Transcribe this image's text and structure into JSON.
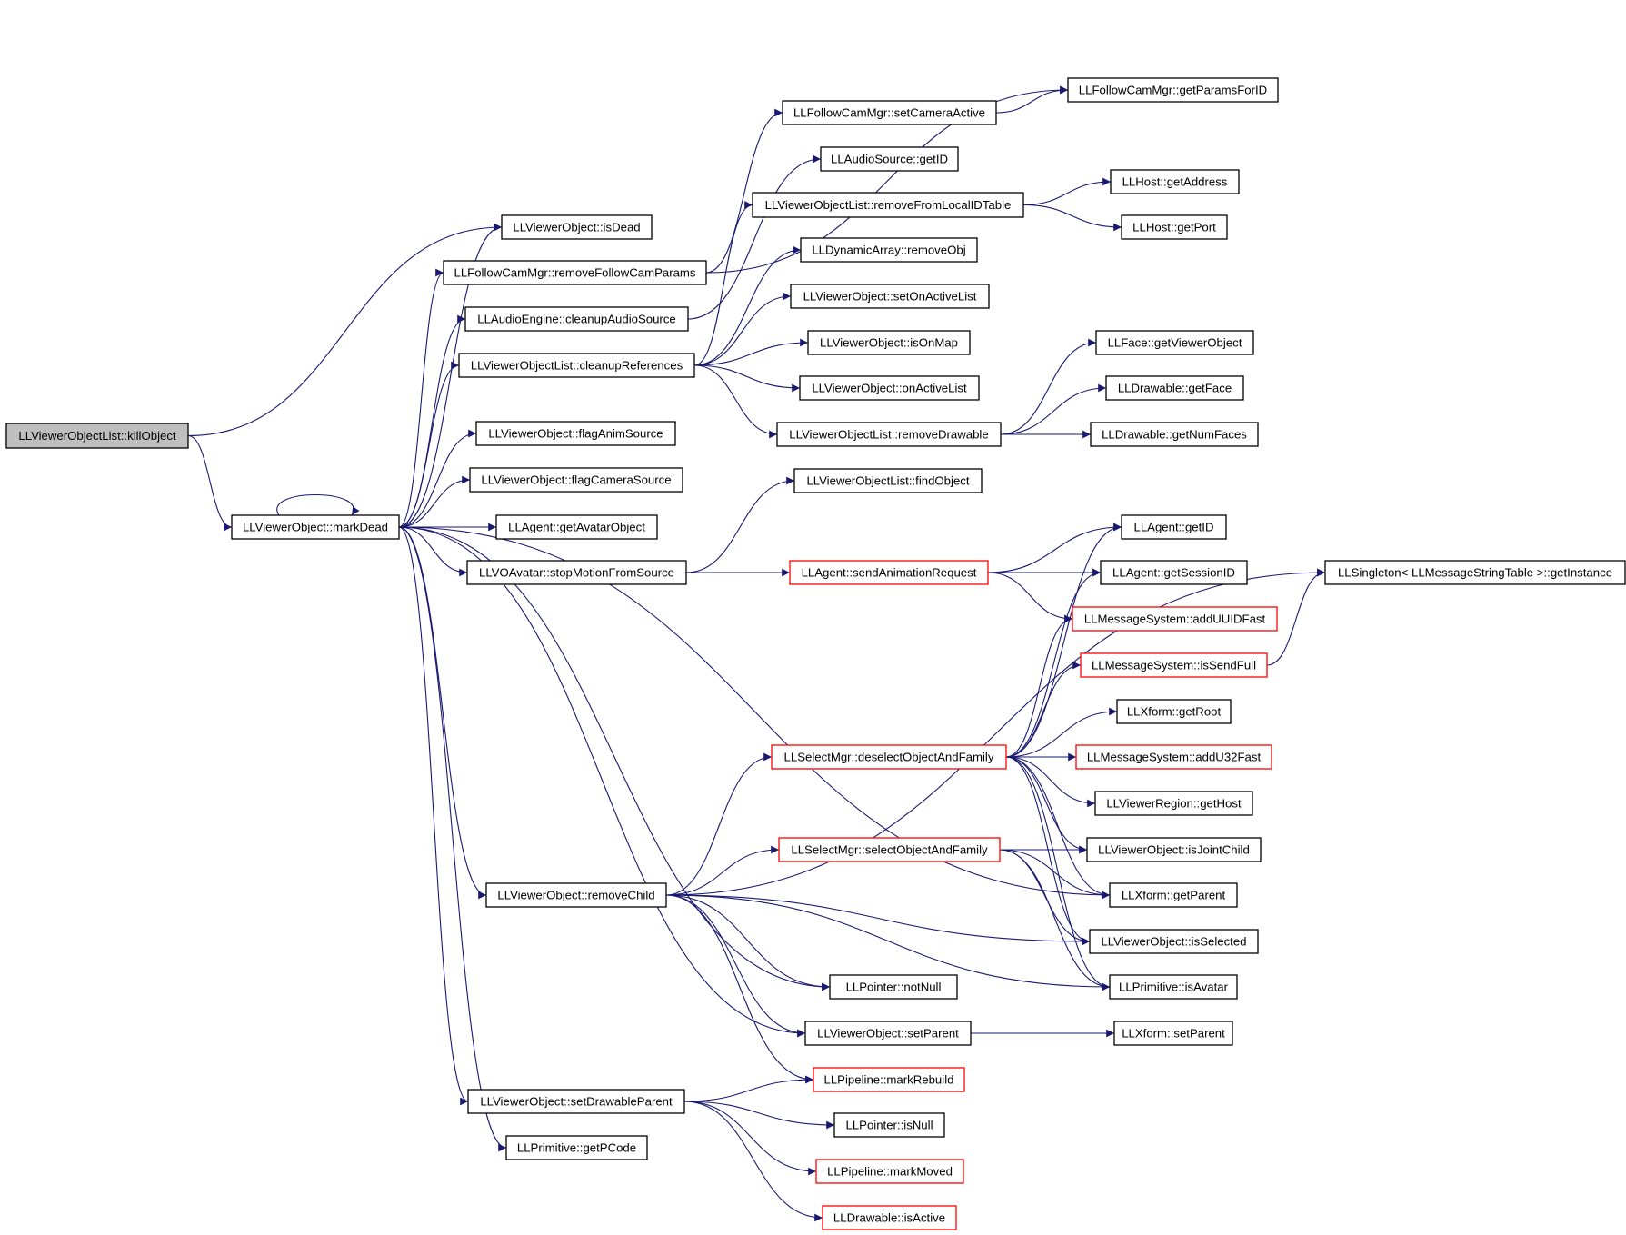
{
  "nodes": [
    {
      "id": "killObject",
      "label": "LLViewerObjectList::killObject",
      "style": "root"
    },
    {
      "id": "markDead",
      "label": "LLViewerObject::markDead",
      "style": "normal"
    },
    {
      "id": "isDead",
      "label": "LLViewerObject::isDead",
      "style": "normal"
    },
    {
      "id": "removeFollowCamParams",
      "label": "LLFollowCamMgr::removeFollowCamParams",
      "style": "normal"
    },
    {
      "id": "cleanupAudioSource",
      "label": "LLAudioEngine::cleanupAudioSource",
      "style": "normal"
    },
    {
      "id": "cleanupReferences",
      "label": "LLViewerObjectList::cleanupReferences",
      "style": "normal"
    },
    {
      "id": "flagAnimSource",
      "label": "LLViewerObject::flagAnimSource",
      "style": "normal"
    },
    {
      "id": "flagCameraSource",
      "label": "LLViewerObject::flagCameraSource",
      "style": "normal"
    },
    {
      "id": "getAvatarObject",
      "label": "LLAgent::getAvatarObject",
      "style": "normal"
    },
    {
      "id": "stopMotionFromSource",
      "label": "LLVOAvatar::stopMotionFromSource",
      "style": "normal"
    },
    {
      "id": "removeChild",
      "label": "LLViewerObject::removeChild",
      "style": "normal"
    },
    {
      "id": "setDrawableParent",
      "label": "LLViewerObject::setDrawableParent",
      "style": "normal"
    },
    {
      "id": "getPCode",
      "label": "LLPrimitive::getPCode",
      "style": "normal"
    },
    {
      "id": "setCameraActive",
      "label": "LLFollowCamMgr::setCameraActive",
      "style": "normal"
    },
    {
      "id": "getParamsForID",
      "label": "LLFollowCamMgr::getParamsForID",
      "style": "normal"
    },
    {
      "id": "audioGetID",
      "label": "LLAudioSource::getID",
      "style": "normal"
    },
    {
      "id": "removeFromLocalIDTable",
      "label": "LLViewerObjectList::removeFromLocalIDTable",
      "style": "normal"
    },
    {
      "id": "getAddress",
      "label": "LLHost::getAddress",
      "style": "normal"
    },
    {
      "id": "getPort",
      "label": "LLHost::getPort",
      "style": "normal"
    },
    {
      "id": "removeObj",
      "label": "LLDynamicArray::removeObj",
      "style": "normal"
    },
    {
      "id": "setOnActiveList",
      "label": "LLViewerObject::setOnActiveList",
      "style": "normal"
    },
    {
      "id": "isOnMap",
      "label": "LLViewerObject::isOnMap",
      "style": "normal"
    },
    {
      "id": "onActiveList",
      "label": "LLViewerObject::onActiveList",
      "style": "normal"
    },
    {
      "id": "removeDrawable",
      "label": "LLViewerObjectList::removeDrawable",
      "style": "normal"
    },
    {
      "id": "getViewerObject",
      "label": "LLFace::getViewerObject",
      "style": "normal"
    },
    {
      "id": "getFace",
      "label": "LLDrawable::getFace",
      "style": "normal"
    },
    {
      "id": "getNumFaces",
      "label": "LLDrawable::getNumFaces",
      "style": "normal"
    },
    {
      "id": "findObject",
      "label": "LLViewerObjectList::findObject",
      "style": "normal"
    },
    {
      "id": "sendAnimationRequest",
      "label": "LLAgent::sendAnimationRequest",
      "style": "red"
    },
    {
      "id": "agentGetID",
      "label": "LLAgent::getID",
      "style": "normal"
    },
    {
      "id": "getSessionID",
      "label": "LLAgent::getSessionID",
      "style": "normal"
    },
    {
      "id": "getInstance",
      "label": "LLSingleton< LLMessageStringTable >::getInstance",
      "style": "normal"
    },
    {
      "id": "addUUIDFast",
      "label": "LLMessageSystem::addUUIDFast",
      "style": "red"
    },
    {
      "id": "isSendFull",
      "label": "LLMessageSystem::isSendFull",
      "style": "red"
    },
    {
      "id": "getRoot",
      "label": "LLXform::getRoot",
      "style": "normal"
    },
    {
      "id": "deselectObjectAndFamily",
      "label": "LLSelectMgr::deselectObjectAndFamily",
      "style": "red"
    },
    {
      "id": "addU32Fast",
      "label": "LLMessageSystem::addU32Fast",
      "style": "red"
    },
    {
      "id": "getHost",
      "label": "LLViewerRegion::getHost",
      "style": "normal"
    },
    {
      "id": "selectObjectAndFamily",
      "label": "LLSelectMgr::selectObjectAndFamily",
      "style": "red"
    },
    {
      "id": "isJointChild",
      "label": "LLViewerObject::isJointChild",
      "style": "normal"
    },
    {
      "id": "getParent",
      "label": "LLXform::getParent",
      "style": "normal"
    },
    {
      "id": "isSelected",
      "label": "LLViewerObject::isSelected",
      "style": "normal"
    },
    {
      "id": "notNull",
      "label": "LLPointer::notNull",
      "style": "normal"
    },
    {
      "id": "isAvatar",
      "label": "LLPrimitive::isAvatar",
      "style": "normal"
    },
    {
      "id": "voSetParent",
      "label": "LLViewerObject::setParent",
      "style": "normal"
    },
    {
      "id": "xfSetParent",
      "label": "LLXform::setParent",
      "style": "normal"
    },
    {
      "id": "markRebuild",
      "label": "LLPipeline::markRebuild",
      "style": "red"
    },
    {
      "id": "isNull",
      "label": "LLPointer::isNull",
      "style": "normal"
    },
    {
      "id": "markMoved",
      "label": "LLPipeline::markMoved",
      "style": "red"
    },
    {
      "id": "isActive",
      "label": "LLDrawable::isActive",
      "style": "red"
    }
  ],
  "edges": [
    [
      "killObject",
      "isDead"
    ],
    [
      "killObject",
      "markDead"
    ],
    [
      "markDead",
      "markDead"
    ],
    [
      "markDead",
      "isDead"
    ],
    [
      "markDead",
      "removeFollowCamParams"
    ],
    [
      "markDead",
      "cleanupAudioSource"
    ],
    [
      "markDead",
      "cleanupReferences"
    ],
    [
      "markDead",
      "flagAnimSource"
    ],
    [
      "markDead",
      "flagCameraSource"
    ],
    [
      "markDead",
      "getAvatarObject"
    ],
    [
      "markDead",
      "stopMotionFromSource"
    ],
    [
      "markDead",
      "removeChild"
    ],
    [
      "markDead",
      "setDrawableParent"
    ],
    [
      "markDead",
      "getPCode"
    ],
    [
      "markDead",
      "notNull"
    ],
    [
      "markDead",
      "voSetParent"
    ],
    [
      "markDead",
      "getParent"
    ],
    [
      "removeFollowCamParams",
      "setCameraActive"
    ],
    [
      "removeFollowCamParams",
      "getParamsForID"
    ],
    [
      "setCameraActive",
      "getParamsForID"
    ],
    [
      "cleanupAudioSource",
      "audioGetID"
    ],
    [
      "cleanupReferences",
      "removeFromLocalIDTable"
    ],
    [
      "cleanupReferences",
      "removeObj"
    ],
    [
      "cleanupReferences",
      "setOnActiveList"
    ],
    [
      "cleanupReferences",
      "isOnMap"
    ],
    [
      "cleanupReferences",
      "onActiveList"
    ],
    [
      "cleanupReferences",
      "removeDrawable"
    ],
    [
      "removeFromLocalIDTable",
      "getAddress"
    ],
    [
      "removeFromLocalIDTable",
      "getPort"
    ],
    [
      "removeDrawable",
      "getViewerObject"
    ],
    [
      "removeDrawable",
      "getFace"
    ],
    [
      "removeDrawable",
      "getNumFaces"
    ],
    [
      "stopMotionFromSource",
      "findObject"
    ],
    [
      "stopMotionFromSource",
      "sendAnimationRequest"
    ],
    [
      "sendAnimationRequest",
      "agentGetID"
    ],
    [
      "sendAnimationRequest",
      "getSessionID"
    ],
    [
      "sendAnimationRequest",
      "addUUIDFast"
    ],
    [
      "isSendFull",
      "getInstance"
    ],
    [
      "removeChild",
      "getInstance"
    ],
    [
      "removeChild",
      "deselectObjectAndFamily"
    ],
    [
      "removeChild",
      "selectObjectAndFamily"
    ],
    [
      "removeChild",
      "isSelected"
    ],
    [
      "removeChild",
      "isAvatar"
    ],
    [
      "removeChild",
      "notNull"
    ],
    [
      "removeChild",
      "voSetParent"
    ],
    [
      "removeChild",
      "markRebuild"
    ],
    [
      "deselectObjectAndFamily",
      "agentGetID"
    ],
    [
      "deselectObjectAndFamily",
      "getSessionID"
    ],
    [
      "deselectObjectAndFamily",
      "addUUIDFast"
    ],
    [
      "deselectObjectAndFamily",
      "isSendFull"
    ],
    [
      "deselectObjectAndFamily",
      "getRoot"
    ],
    [
      "deselectObjectAndFamily",
      "addU32Fast"
    ],
    [
      "deselectObjectAndFamily",
      "getHost"
    ],
    [
      "deselectObjectAndFamily",
      "isJointChild"
    ],
    [
      "deselectObjectAndFamily",
      "getParent"
    ],
    [
      "deselectObjectAndFamily",
      "isSelected"
    ],
    [
      "deselectObjectAndFamily",
      "isAvatar"
    ],
    [
      "selectObjectAndFamily",
      "isJointChild"
    ],
    [
      "selectObjectAndFamily",
      "getParent"
    ],
    [
      "selectObjectAndFamily",
      "isSelected"
    ],
    [
      "selectObjectAndFamily",
      "isAvatar"
    ],
    [
      "voSetParent",
      "xfSetParent"
    ],
    [
      "setDrawableParent",
      "markRebuild"
    ],
    [
      "setDrawableParent",
      "isNull"
    ],
    [
      "setDrawableParent",
      "markMoved"
    ],
    [
      "setDrawableParent",
      "isActive"
    ]
  ],
  "colors": {
    "edge": "#191970",
    "node_border": "#000000",
    "node_border_highlight": "#ff0000",
    "root_fill": "#bfbfbf",
    "node_fill": "#ffffff"
  }
}
